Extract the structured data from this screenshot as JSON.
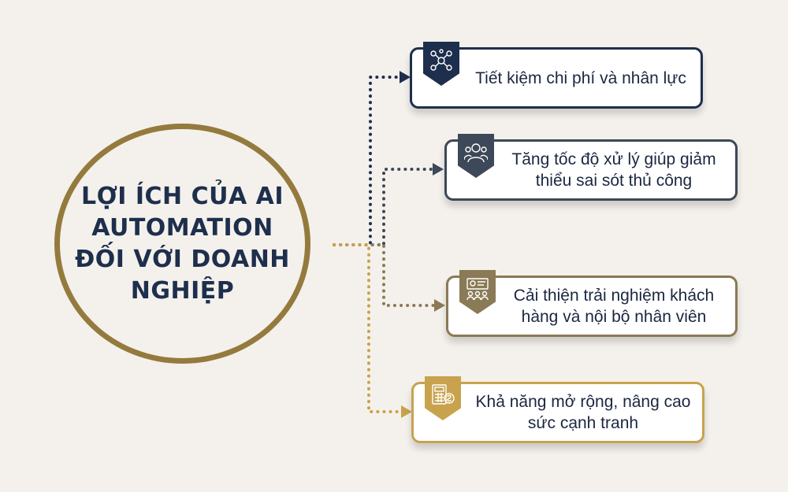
{
  "center": {
    "title": "LỢI ÍCH CỦA AI AUTOMATION ĐỐI VỚI DOANH NGHIỆP"
  },
  "colors": {
    "background": "#f4f1ec",
    "navy": "#1e2f4d",
    "slate": "#3d4858",
    "brown": "#8a7a55",
    "gold": "#c9a24d",
    "ring": "#947a3d"
  },
  "benefits": [
    {
      "text": "Tiết kiệm chi phí và nhân lực",
      "icon": "network-people-icon",
      "color": "#1e2f4d"
    },
    {
      "text": "Tăng tốc độ xử lý giúp giảm thiểu sai sót thủ công",
      "icon": "team-icon",
      "color": "#3d4858"
    },
    {
      "text": "Cải thiện trải nghiệm khách hàng và nội bộ nhân viên",
      "icon": "meeting-icon",
      "color": "#8a7a55"
    },
    {
      "text": "Khả năng mở rộng, nâng cao sức cạnh tranh",
      "icon": "finance-calculator-icon",
      "color": "#c9a24d"
    }
  ]
}
